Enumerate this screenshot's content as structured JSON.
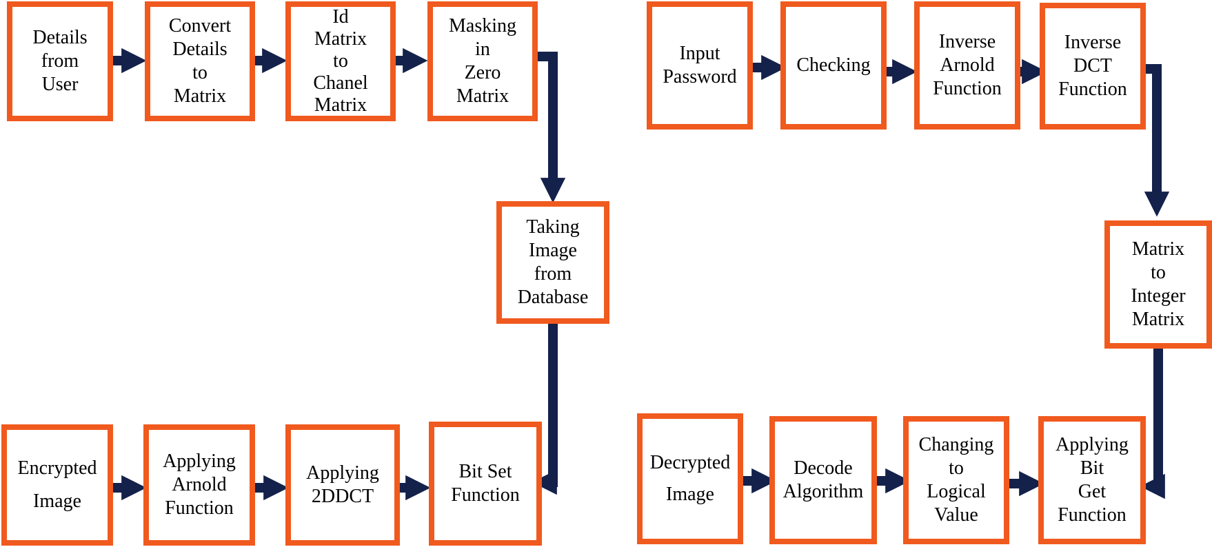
{
  "colors": {
    "box_border": "#f05a1e",
    "arrow": "#14214a",
    "background": "#ffffff"
  },
  "encryption": {
    "details_from_user": [
      "Details",
      "from",
      "User"
    ],
    "convert_details": [
      "Convert",
      "Details",
      "to",
      "Matrix"
    ],
    "id_matrix": [
      "Id",
      "Matrix",
      "to",
      "Chanel",
      "Matrix"
    ],
    "masking": [
      "Masking",
      "in",
      "Zero",
      "Matrix"
    ],
    "taking_image": [
      "Taking",
      "Image",
      "from",
      "Database"
    ],
    "bit_set": [
      "Bit Set",
      "Function"
    ],
    "applying_2ddct": [
      "Applying",
      "2DDCT"
    ],
    "applying_arnold": [
      "Applying",
      "Arnold",
      "Function"
    ],
    "encrypted_image": [
      "Encrypted",
      "Image"
    ]
  },
  "decryption": {
    "input_password": [
      "Input",
      "Password"
    ],
    "checking": [
      "Checking"
    ],
    "inverse_arnold": [
      "Inverse",
      "Arnold",
      "Function"
    ],
    "inverse_dct": [
      "Inverse",
      "DCT",
      "Function"
    ],
    "matrix_to_integer": [
      "Matrix",
      "to",
      "Integer",
      "Matrix"
    ],
    "applying_bit_get": [
      "Applying",
      "Bit",
      "Get",
      "Function"
    ],
    "changing_logical": [
      "Changing",
      "to",
      "Logical",
      "Value"
    ],
    "decode_algorithm": [
      "Decode",
      "Algorithm"
    ],
    "decrypted_image": [
      "Decrypted",
      "Image"
    ]
  }
}
